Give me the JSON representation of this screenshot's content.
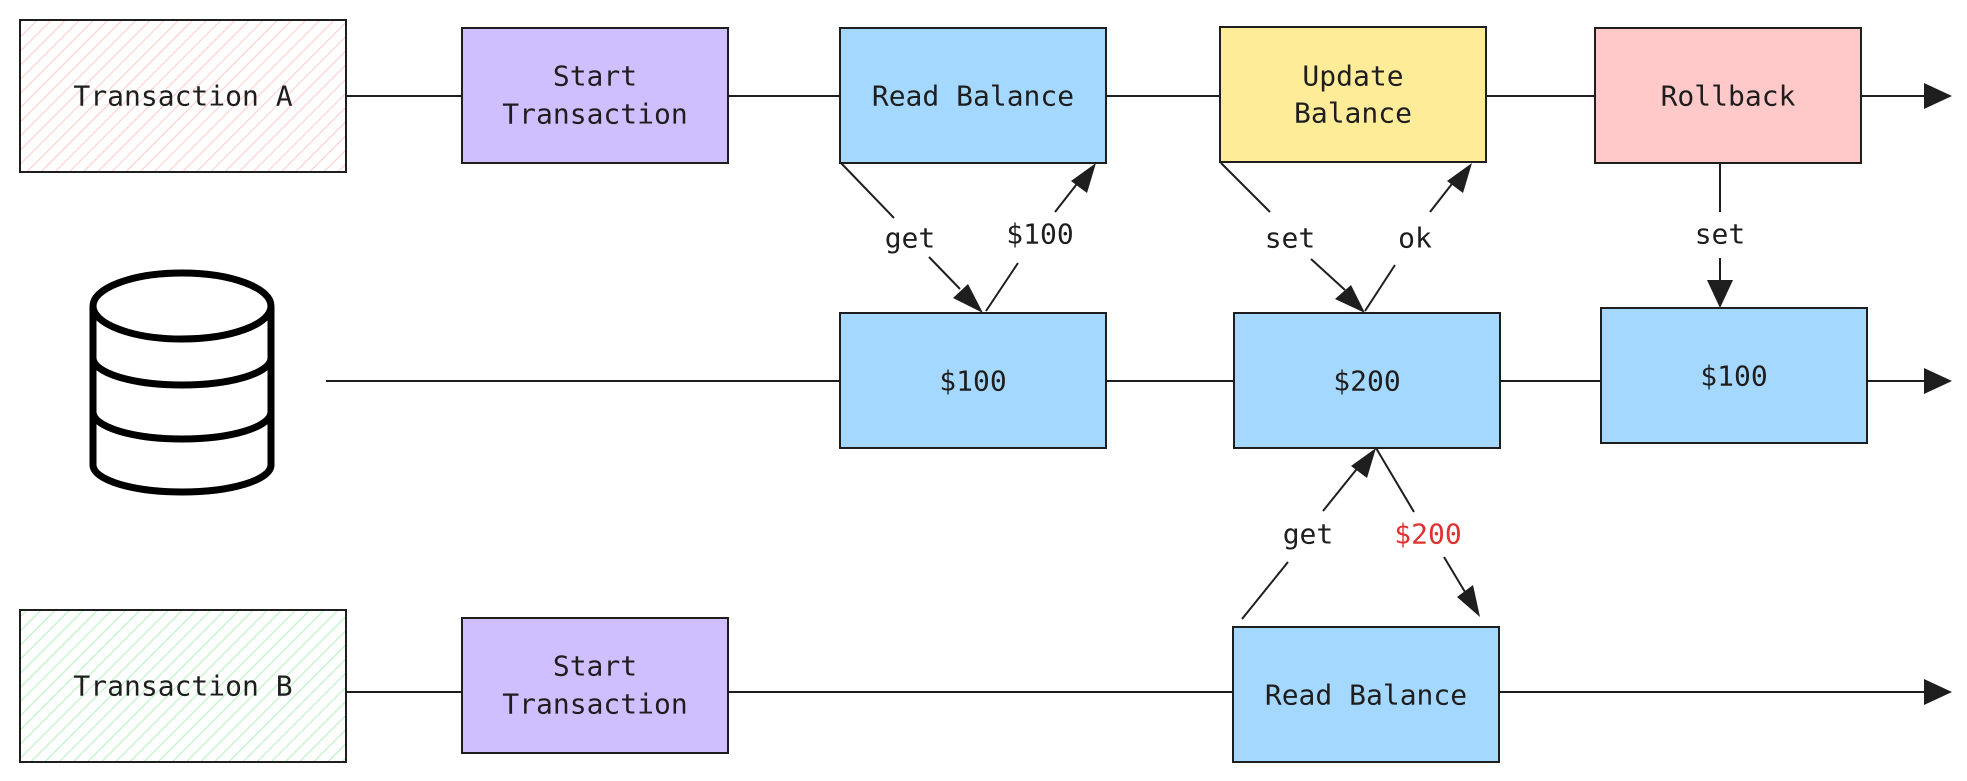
{
  "colors": {
    "start": "#d0bfff",
    "read": "#a5d8ff",
    "update": "#ffec99",
    "rollback": "#ffc9c9",
    "value": "#a5d8ff",
    "hatch_a": "#ffc9c9",
    "hatch_b": "#b2f2bb",
    "dirty_read_label": "#e03131",
    "stroke": "#1e1e1e"
  },
  "icons": {
    "database": "database-icon"
  },
  "transaction_a": {
    "label": "Transaction A",
    "start_line1": "Start",
    "start_line2": "Transaction",
    "read": "Read Balance",
    "update_line1": "Update",
    "update_line2": "Balance",
    "rollback": "Rollback"
  },
  "database": {
    "value1": "$100",
    "value2": "$200",
    "value3": "$100"
  },
  "transaction_b": {
    "label": "Transaction B",
    "start_line1": "Start",
    "start_line2": "Transaction",
    "read": "Read Balance"
  },
  "edge_labels": {
    "a_get": "get",
    "a_return": "$100",
    "a_set": "set",
    "a_ok": "ok",
    "rollback_set": "set",
    "b_get": "get",
    "b_return": "$200"
  }
}
